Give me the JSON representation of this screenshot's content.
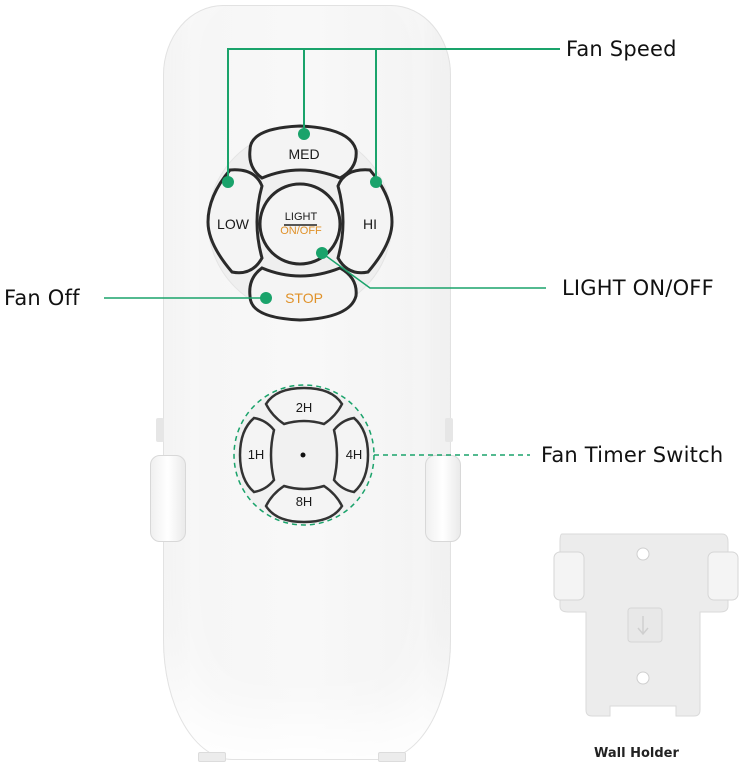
{
  "callouts": {
    "fan_speed": "Fan Speed",
    "fan_off": "Fan Off",
    "light_on_off": "LIGHT ON/OFF",
    "fan_timer_switch": "Fan Timer Switch"
  },
  "remote": {
    "buttons": {
      "med": "MED",
      "low": "LOW",
      "hi": "HI",
      "light_top": "LIGHT",
      "light_bottom": "ON/OFF",
      "stop": "STOP"
    },
    "timer_buttons": {
      "two_hour": "2H",
      "one_hour": "1H",
      "four_hour": "4H",
      "eight_hour": "8H"
    }
  },
  "wall_holder": {
    "caption": "Wall Holder"
  },
  "colors": {
    "callout_green": "#1aa36b",
    "accent_orange": "#e0922a",
    "remote_body": "#f6f6f6"
  }
}
